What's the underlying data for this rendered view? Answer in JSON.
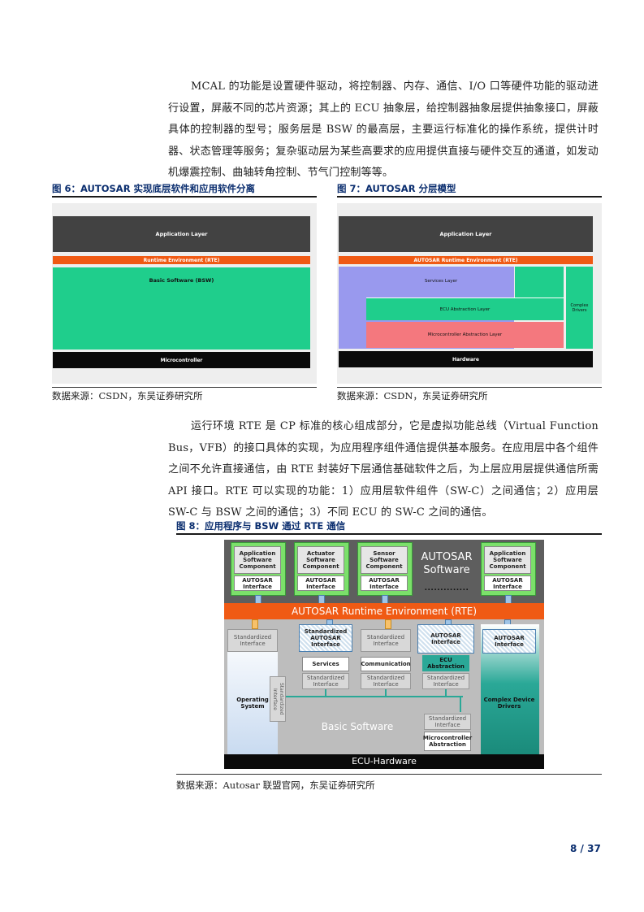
{
  "paragraphs": {
    "p1": "MCAL 的功能是设置硬件驱动，将控制器、内存、通信、I/O 口等硬件功能的驱动进行设置，屏蔽不同的芯片资源；其上的 ECU 抽象层，给控制器抽象层提供抽象接口，屏蔽具体的控制器的型号；服务层是 BSW 的最高层，主要运行标准化的操作系统，提供计时器、状态管理等服务；复杂驱动层为某些高要求的应用提供直接与硬件交互的通道，如发动机爆震控制、曲轴转角控制、节气门控制等等。",
    "p2": "运行环境 RTE 是 CP 标准的核心组成部分，它是虚拟功能总线（Virtual Function Bus，VFB）的接口具体的实现，为应用程序组件通信提供基本服务。在应用层中各个组件之间不允许直接通信，由 RTE 封装好下层通信基础软件之后，为上层应用层提供通信所需 API 接口。RTE 可以实现的功能：1）应用层软件组件（SW-C）之间通信；2）应用层 SW-C 与 BSW 之间的通信；3）不同 ECU 的 SW-C 之间的通信。"
  },
  "fig6": {
    "title": "图 6：AUTOSAR 实现底层软件和应用软件分离",
    "application_layer": "Application Layer",
    "rte": "Runtime Environment (RTE)",
    "bsw": "Basic Software (BSW)",
    "microcontroller": "Microcontroller",
    "source": "数据来源：CSDN，东吴证券研究所"
  },
  "fig7": {
    "title": "图 7：AUTOSAR 分层模型",
    "application_layer": "Application Layer",
    "rte": "AUTOSAR Runtime Environment (RTE)",
    "services": "Services Layer",
    "ecu_abs": "ECU Abstraction Layer",
    "mcu_abs": "Microcontroller Abstraction Layer",
    "complex": "Complex Drivers",
    "hardware": "Hardware",
    "source": "数据来源：CSDN，东吴证券研究所"
  },
  "fig8": {
    "title": "图 8：应用程序与 BSW 通过 RTE 通信",
    "swc": [
      "Application Software Component",
      "Actuator Software Component",
      "Sensor Software Component",
      "Application Software Component"
    ],
    "autosar_interface": "AUTOSAR Interface",
    "autosar_software": "AUTOSAR Software",
    "dots": "..............",
    "rte": "AUTOSAR Runtime Environment (RTE)",
    "standardized_interface": "Standardized Interface",
    "standardized_autosar_interface": "Standardized AUTOSAR Interface",
    "services": "Services",
    "communication": "Communication",
    "ecu_abstraction": "ECU Abstraction",
    "operating_system": "Operating System",
    "basic_software": "Basic Software",
    "complex_device_drivers": "Complex Device Drivers",
    "microcontroller_abstraction": "Microcontroller Abstraction",
    "ecu_hardware": "ECU-Hardware",
    "source": "数据来源：Autosar 联盟官网，东吴证券研究所"
  },
  "footer": {
    "page": "8 / 37"
  },
  "colors": {
    "accent": "#0b2e6f",
    "rte_orange": "#f05a14",
    "bsw_green": "#1fce8c",
    "swc_green": "#7be06a",
    "teal": "#2aa897",
    "purple": "#9999ee",
    "pink": "#f4787e"
  }
}
